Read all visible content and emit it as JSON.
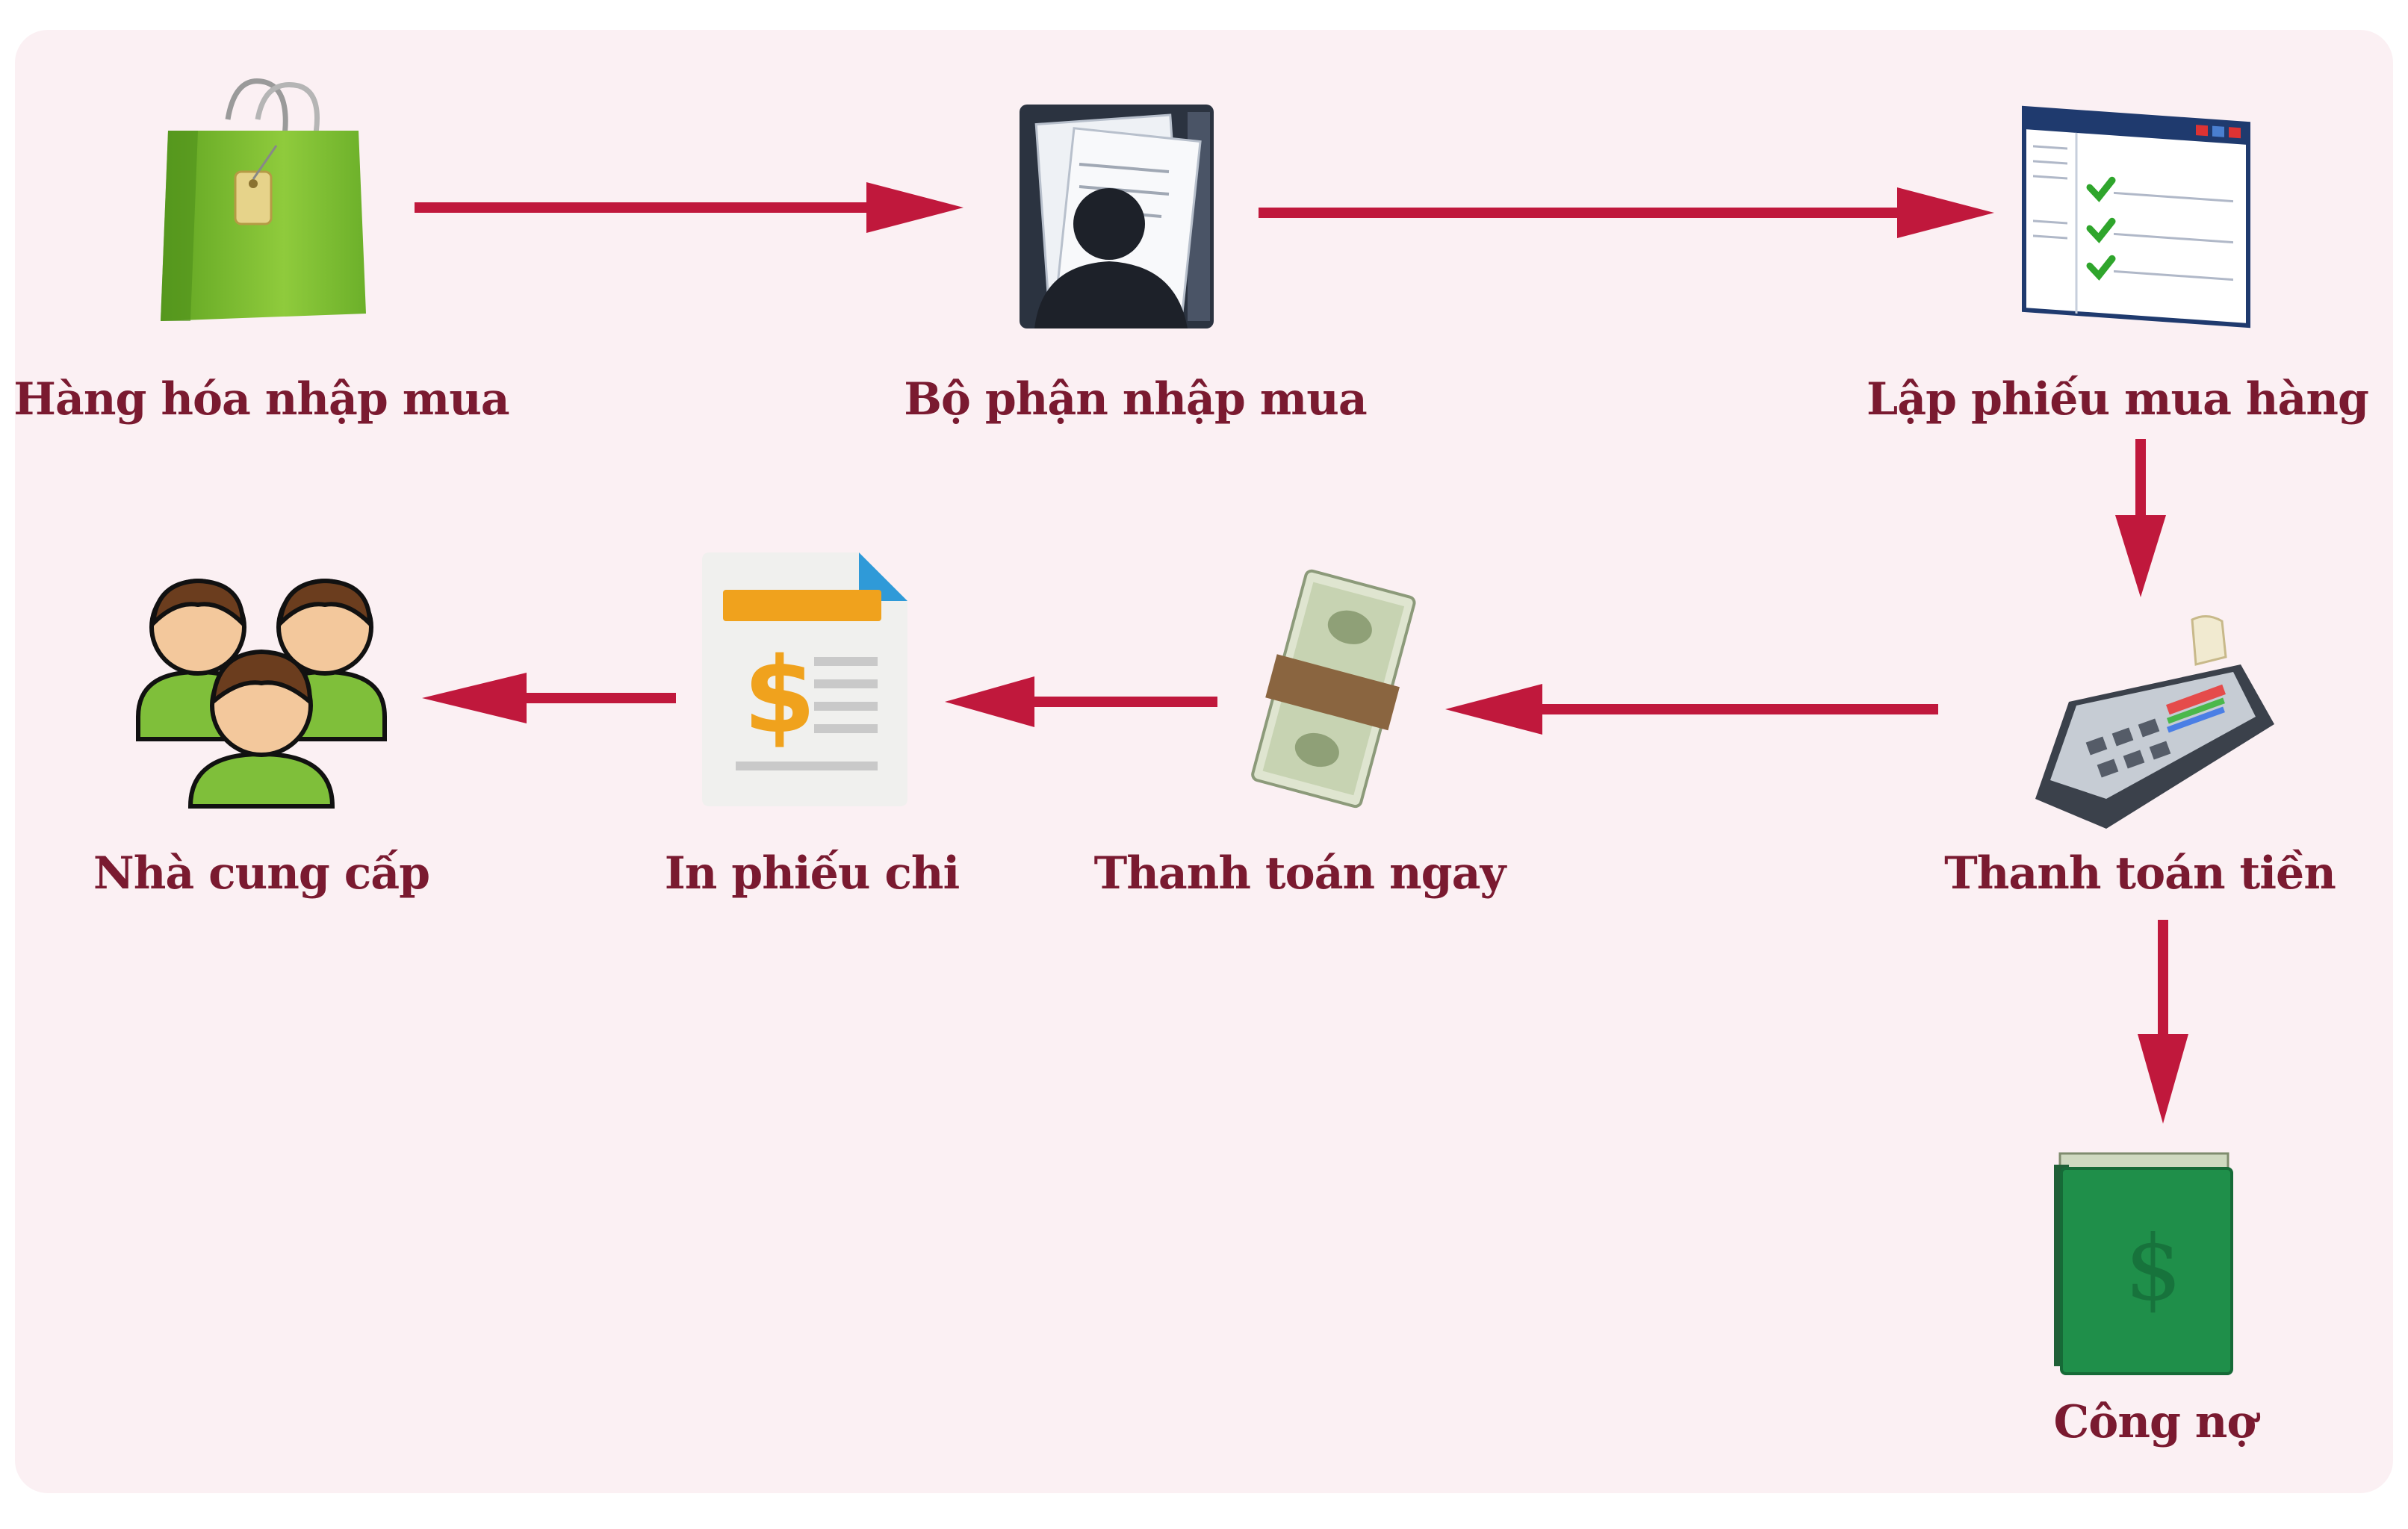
{
  "colors": {
    "panel_background": "#fbf0f3",
    "label_color": "#7a1a30",
    "arrow_color": "#c0183c"
  },
  "nodes": {
    "goods": {
      "label": "Hàng hóa nhập mua",
      "icon": "shopping-bag-icon"
    },
    "purchasing_department": {
      "label": "Bộ phận nhập mua",
      "icon": "document-folder-person-icon"
    },
    "purchase_order": {
      "label": "Lập phiếu mua hàng",
      "icon": "checklist-window-icon"
    },
    "payment": {
      "label": "Thanh toán tiền",
      "icon": "card-terminal-icon"
    },
    "immediate_payment": {
      "label": "Thanh toán ngay",
      "icon": "money-stack-icon"
    },
    "print_voucher": {
      "label": "In phiếu chi",
      "icon": "dollar-document-icon"
    },
    "supplier": {
      "label": "Nhà cung cấp",
      "icon": "people-group-icon"
    },
    "debt": {
      "label": "Công nợ",
      "icon": "money-folder-icon"
    }
  },
  "edges": [
    {
      "from": "goods",
      "to": "purchasing_department"
    },
    {
      "from": "purchasing_department",
      "to": "purchase_order"
    },
    {
      "from": "purchase_order",
      "to": "payment"
    },
    {
      "from": "payment",
      "to": "immediate_payment"
    },
    {
      "from": "immediate_payment",
      "to": "print_voucher"
    },
    {
      "from": "print_voucher",
      "to": "supplier"
    },
    {
      "from": "payment",
      "to": "debt"
    }
  ]
}
